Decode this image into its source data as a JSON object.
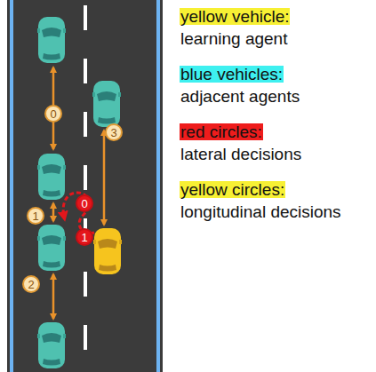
{
  "diagram": {
    "nodes": [
      {
        "text": [
          "0"
        ]
      },
      {
        "text": [
          "3"
        ]
      },
      {
        "text": [
          "0"
        ]
      },
      {
        "text": [
          "1"
        ]
      },
      {
        "text": [
          "1"
        ]
      },
      {
        "text": [
          "2"
        ]
      }
    ],
    "legend": [
      {
        "text": "yellow vehicle: learning agent",
        "color": "#f7f034"
      },
      {
        "text": "blue vehicles: adjacent agents",
        "color": "#3ef0f0"
      },
      {
        "text": "red circles: lateral decisions",
        "color": "#ee1c1c"
      },
      {
        "text": "yellow circles: longitudinal decisions",
        "color": "#f7f034"
      }
    ]
  }
}
